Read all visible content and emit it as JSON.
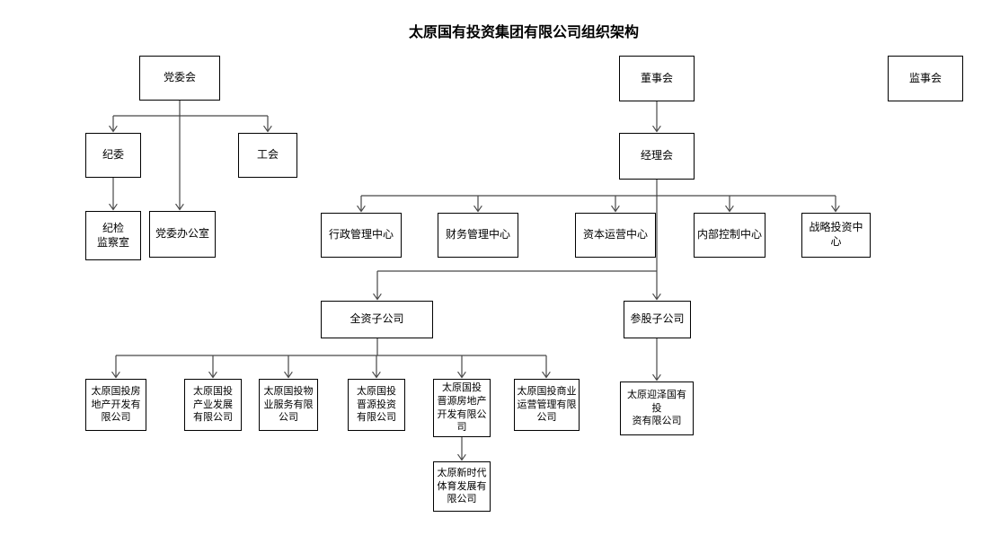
{
  "title": "太原国有投资集团有限公司组织架构",
  "colors": {
    "box_border": "#000000",
    "connector": "#474747",
    "title_text": "#000000",
    "background": "#ffffff"
  },
  "nodes": {
    "party_committee": {
      "label": "党委会"
    },
    "discipline_committee": {
      "label": "纪委"
    },
    "labor_union": {
      "label": "工会"
    },
    "discipline_inspection_office": {
      "label": "纪检\n监察室"
    },
    "party_committee_office": {
      "label": "党委办公室"
    },
    "board_of_directors": {
      "label": "董事会"
    },
    "board_of_supervisors": {
      "label": "监事会"
    },
    "management_committee": {
      "label": "经理会"
    },
    "admin_center": {
      "label": "行政管理中心"
    },
    "finance_center": {
      "label": "财务管理中心"
    },
    "capital_center": {
      "label": "资本运营中心"
    },
    "internal_control_center": {
      "label": "内部控制中心"
    },
    "strategic_investment_center": {
      "label": "战略投资中心"
    },
    "wholly_owned": {
      "label": "全资子公司"
    },
    "equity_participation": {
      "label": "参股子公司"
    },
    "real_estate_co": {
      "label": "太原国投房\n地产开发有\n限公司"
    },
    "industry_dev_co": {
      "label": "太原国投\n产业发展\n有限公司"
    },
    "property_service_co": {
      "label": "太原国投物\n业服务有限\n公司"
    },
    "jinyuan_investment_co": {
      "label": "太原国投\n晋源投资\n有限公司"
    },
    "jinyuan_real_estate_co": {
      "label": "太原国投\n晋源房地产\n开发有限公\n司"
    },
    "commercial_mgmt_co": {
      "label": "太原国投商业\n运营管理有限\n公司"
    },
    "new_era_sports_co": {
      "label": "太原新时代\n体育发展有\n限公司"
    },
    "yingze_investment_co": {
      "label": "太原迎泽国有投\n资有限公司"
    }
  },
  "edges": [
    [
      "party_committee",
      "discipline_committee"
    ],
    [
      "party_committee",
      "labor_union"
    ],
    [
      "party_committee",
      "party_committee_office"
    ],
    [
      "discipline_committee",
      "discipline_inspection_office"
    ],
    [
      "board_of_directors",
      "management_committee"
    ],
    [
      "management_committee",
      "admin_center"
    ],
    [
      "management_committee",
      "finance_center"
    ],
    [
      "management_committee",
      "capital_center"
    ],
    [
      "management_committee",
      "internal_control_center"
    ],
    [
      "management_committee",
      "strategic_investment_center"
    ],
    [
      "management_committee",
      "wholly_owned"
    ],
    [
      "management_committee",
      "equity_participation"
    ],
    [
      "wholly_owned",
      "real_estate_co"
    ],
    [
      "wholly_owned",
      "industry_dev_co"
    ],
    [
      "wholly_owned",
      "property_service_co"
    ],
    [
      "wholly_owned",
      "jinyuan_investment_co"
    ],
    [
      "wholly_owned",
      "jinyuan_real_estate_co"
    ],
    [
      "wholly_owned",
      "commercial_mgmt_co"
    ],
    [
      "jinyuan_real_estate_co",
      "new_era_sports_co"
    ],
    [
      "equity_participation",
      "yingze_investment_co"
    ]
  ]
}
